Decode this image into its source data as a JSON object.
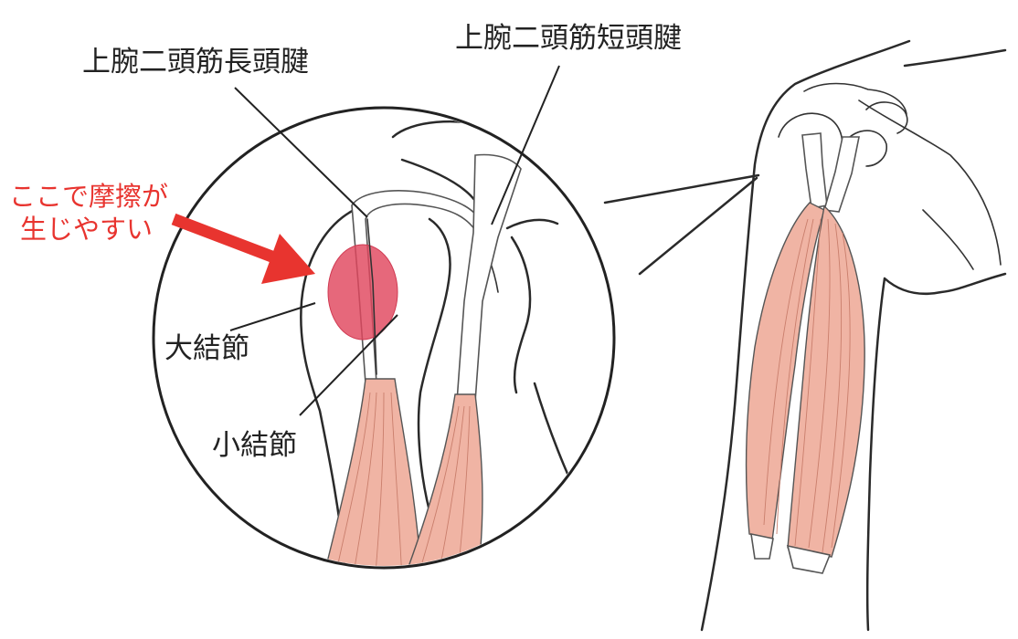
{
  "labels": {
    "long_head_tendon": "上腕二頭筋長頭腱",
    "short_head_tendon": "上腕二頭筋短頭腱",
    "greater_tubercle": "大結節",
    "lesser_tubercle": "小結節"
  },
  "callout": {
    "line1": "ここで摩擦が",
    "line2": "生じやすい"
  },
  "colors": {
    "callout_red": "#e8342f",
    "highlight": "#e0475e",
    "muscle": "#f0b4a4"
  },
  "icons": {
    "arrow": "right-down-arrow",
    "highlight": "friction-zone-ellipse"
  }
}
